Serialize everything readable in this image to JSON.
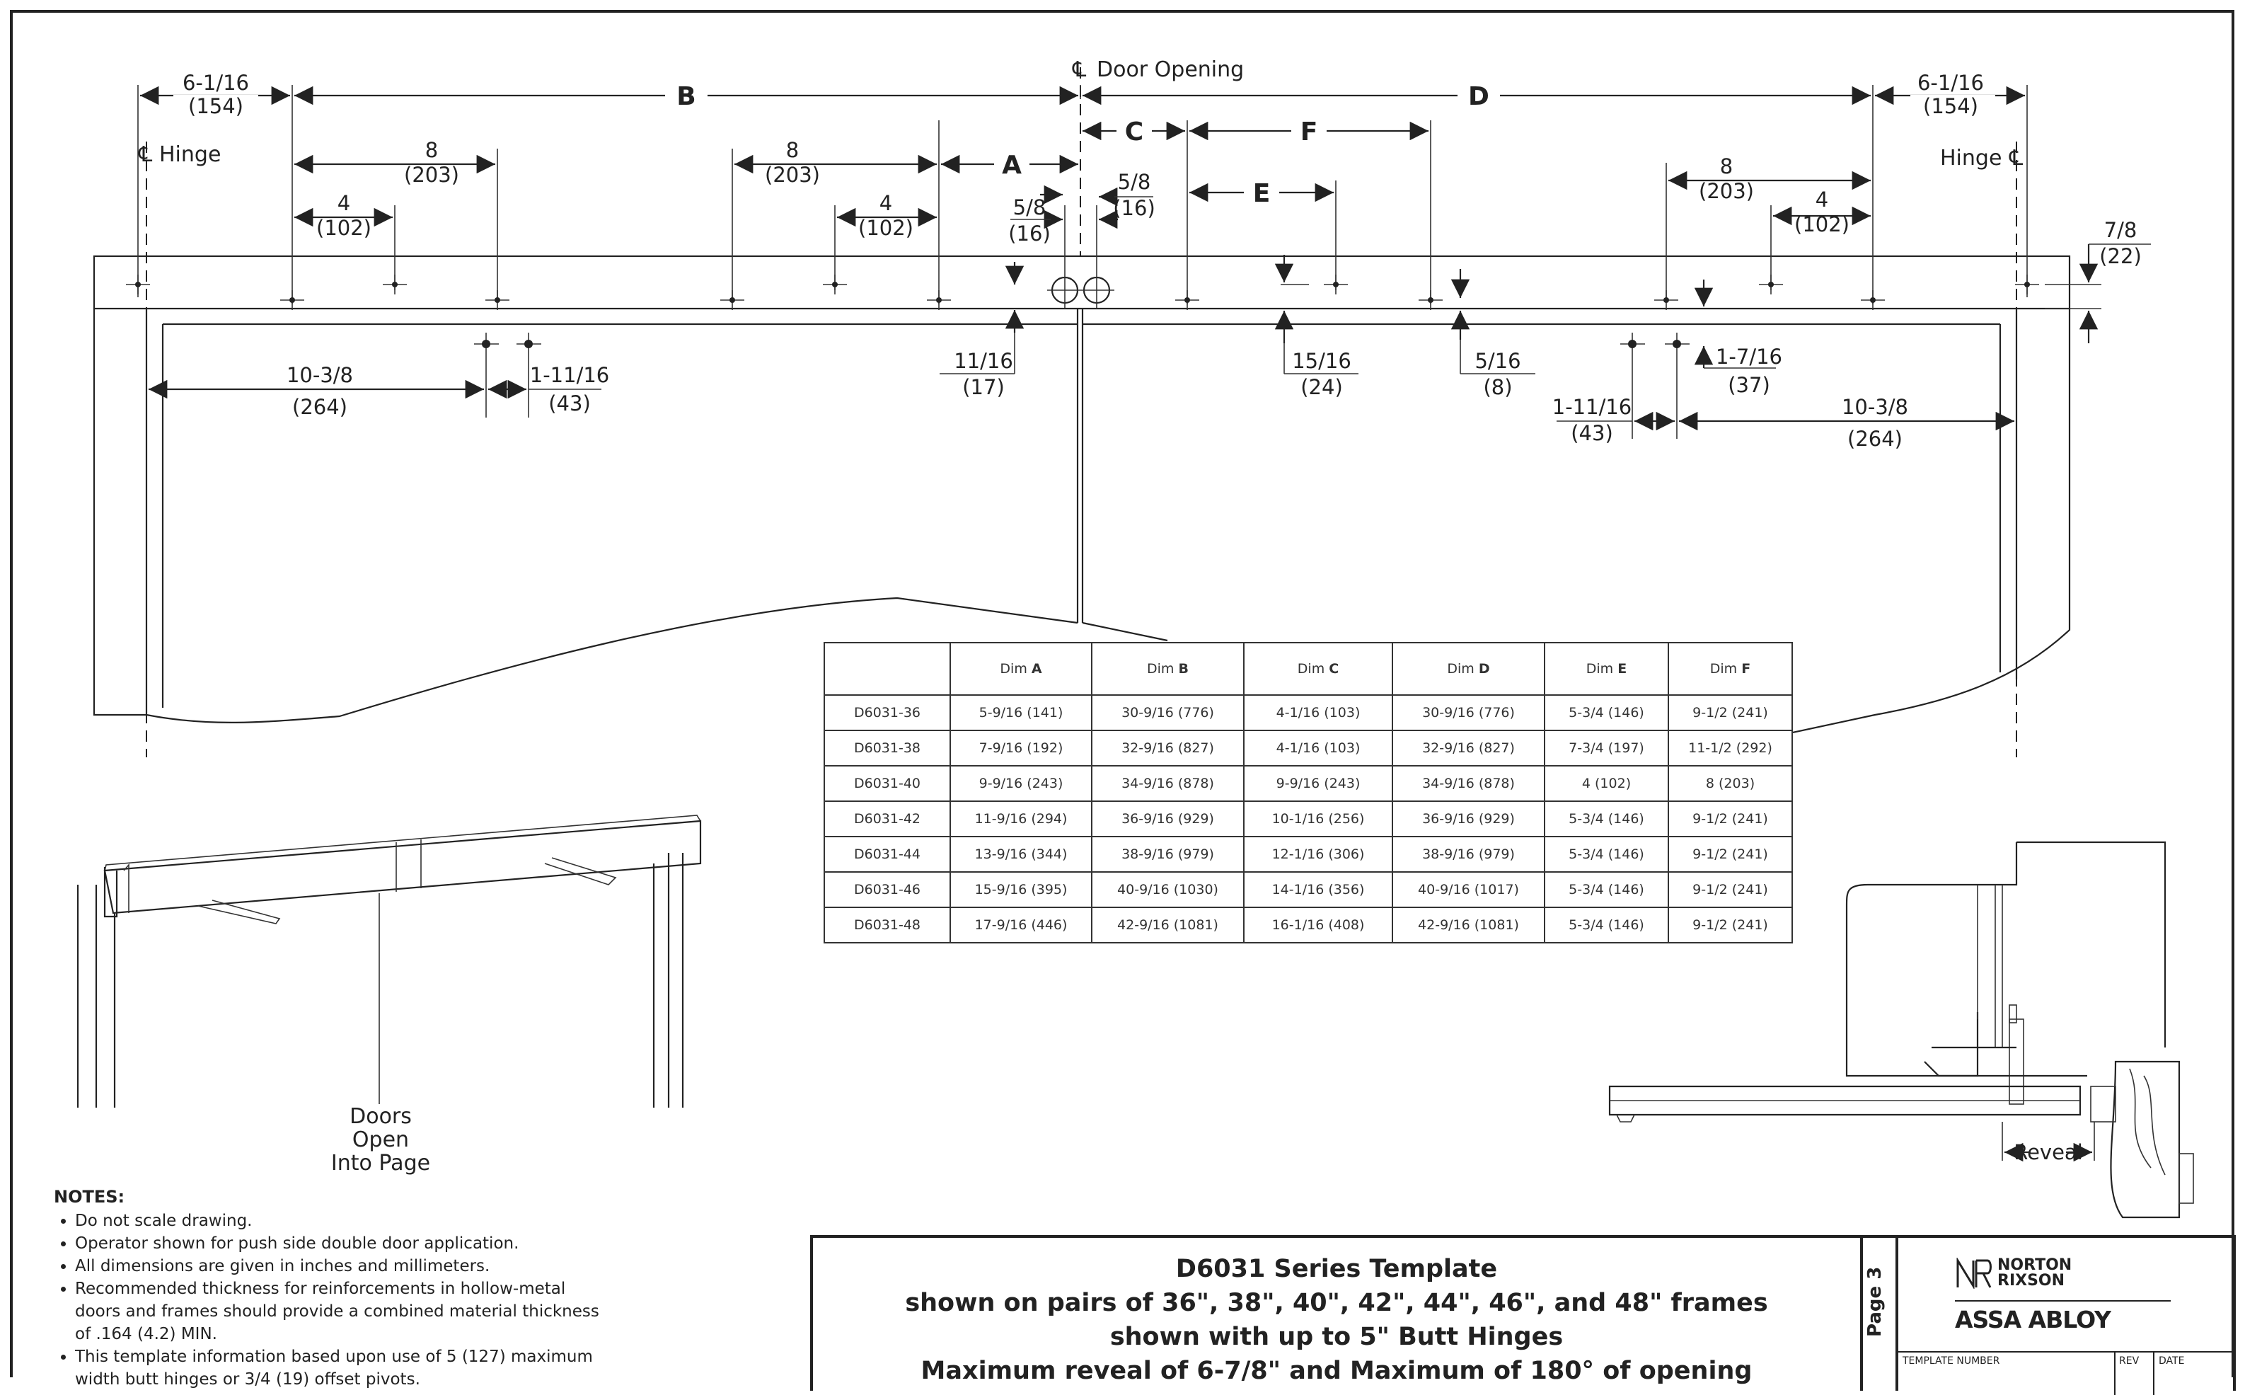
{
  "drawing": {
    "center_door": "Door Opening",
    "hinge_left": "Hinge",
    "hinge_right": "Hinge",
    "dims_top": {
      "left_hinge_in": "6-1/16",
      "left_hinge_mm": "(154)",
      "right_hinge_in": "6-1/16",
      "right_hinge_mm": "(154)",
      "B": "B",
      "D": "D",
      "A": "A",
      "C": "C",
      "E": "E",
      "F": "F"
    },
    "dims_spacing": {
      "eight_in": "8",
      "eight_mm": "(203)",
      "four_in": "4",
      "four_mm": "(102)"
    },
    "dims_center": {
      "left_in": "5/8",
      "left_mm": "(16)",
      "right_in": "5/8",
      "right_mm": "(16)"
    },
    "dims_right_edge": {
      "in": "7/8",
      "mm": "(22)"
    },
    "dims_below": [
      {
        "in": "10-3/8",
        "mm": "(264)"
      },
      {
        "in": "1-11/16",
        "mm": "(43)"
      },
      {
        "in": "11/16",
        "mm": "(17)"
      },
      {
        "in": "15/16",
        "mm": "(24)"
      },
      {
        "in": "5/16",
        "mm": "(8)"
      },
      {
        "in": "1-7/16",
        "mm": "(37)"
      },
      {
        "in": "1-11/16",
        "mm": "(43)"
      },
      {
        "in": "10-3/8",
        "mm": "(264)"
      }
    ],
    "iso_caption": [
      "Doors",
      "Open",
      "Into Page"
    ],
    "reveal_label": "Reveal"
  },
  "table": {
    "headers": [
      {
        "prefix": "Dim ",
        "key": "A"
      },
      {
        "prefix": "Dim ",
        "key": "B"
      },
      {
        "prefix": "Dim ",
        "key": "C"
      },
      {
        "prefix": "Dim ",
        "key": "D"
      },
      {
        "prefix": "Dim ",
        "key": "E"
      },
      {
        "prefix": "Dim ",
        "key": "F"
      }
    ],
    "rows": [
      [
        "D6031-36",
        "5-9/16 (141)",
        "30-9/16 (776)",
        "4-1/16 (103)",
        "30-9/16 (776)",
        "5-3/4 (146)",
        "9-1/2 (241)"
      ],
      [
        "D6031-38",
        "7-9/16 (192)",
        "32-9/16 (827)",
        "4-1/16 (103)",
        "32-9/16 (827)",
        "7-3/4 (197)",
        "11-1/2 (292)"
      ],
      [
        "D6031-40",
        "9-9/16 (243)",
        "34-9/16 (878)",
        "9-9/16 (243)",
        "34-9/16 (878)",
        "4 (102)",
        "8 (203)"
      ],
      [
        "D6031-42",
        "11-9/16 (294)",
        "36-9/16 (929)",
        "10-1/16 (256)",
        "36-9/16 (929)",
        "5-3/4 (146)",
        "9-1/2 (241)"
      ],
      [
        "D6031-44",
        "13-9/16 (344)",
        "38-9/16 (979)",
        "12-1/16 (306)",
        "38-9/16 (979)",
        "5-3/4 (146)",
        "9-1/2 (241)"
      ],
      [
        "D6031-46",
        "15-9/16 (395)",
        "40-9/16 (1030)",
        "14-1/16 (356)",
        "40-9/16 (1017)",
        "5-3/4 (146)",
        "9-1/2 (241)"
      ],
      [
        "D6031-48",
        "17-9/16 (446)",
        "42-9/16 (1081)",
        "16-1/16 (408)",
        "42-9/16 (1081)",
        "5-3/4 (146)",
        "9-1/2 (241)"
      ]
    ]
  },
  "notes": {
    "heading": "NOTES:",
    "items": [
      "Do not scale drawing.",
      "Operator shown for push side double door application.",
      "All dimensions are given in inches and millimeters.",
      "Recommended thickness for reinforcements in hollow-metal doors and frames should provide a combined material thickness of .164 (4.2) MIN.",
      "This template information based upon use of 5 (127) maximum width butt hinges or 3/4 (19) offset pivots."
    ]
  },
  "title_block": {
    "lines": [
      "D6031 Series Template",
      "shown on pairs of 36\", 38\", 40\", 42\", 44\", 46\", and 48\" frames",
      "shown with up to 5\" Butt Hinges",
      "Maximum reveal of 6-7/8\" and Maximum of 180° of opening"
    ],
    "page": "Page 3",
    "brand_top": "NORTON",
    "brand_bottom": "RIXSON",
    "parent": "ASSA ABLOY",
    "template_number_label": "TEMPLATE NUMBER",
    "rev_label": "REV",
    "date_label": "DATE"
  }
}
